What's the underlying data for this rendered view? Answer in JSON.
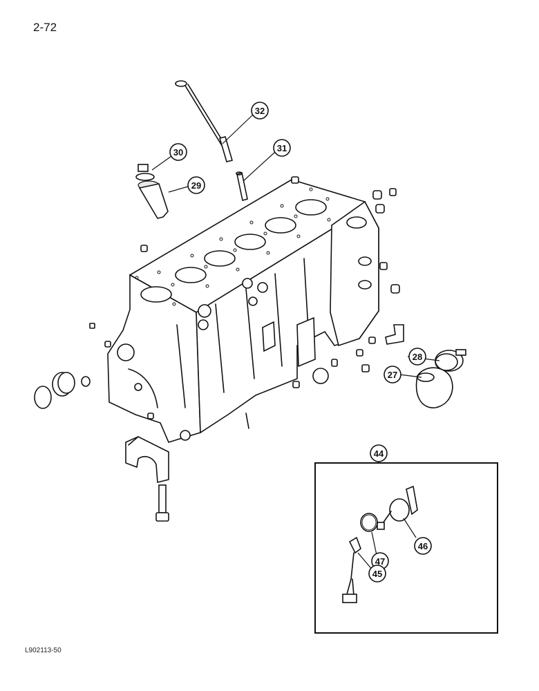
{
  "page": {
    "number": "2-72",
    "footer_code": "L902113-50"
  },
  "callouts": {
    "c27": "27",
    "c28": "28",
    "c29": "29",
    "c30": "30",
    "c31": "31",
    "c32": "32",
    "c44": "44",
    "c45": "45",
    "c46": "46",
    "c47": "47"
  },
  "colors": {
    "line": "#111111",
    "background": "#ffffff"
  }
}
